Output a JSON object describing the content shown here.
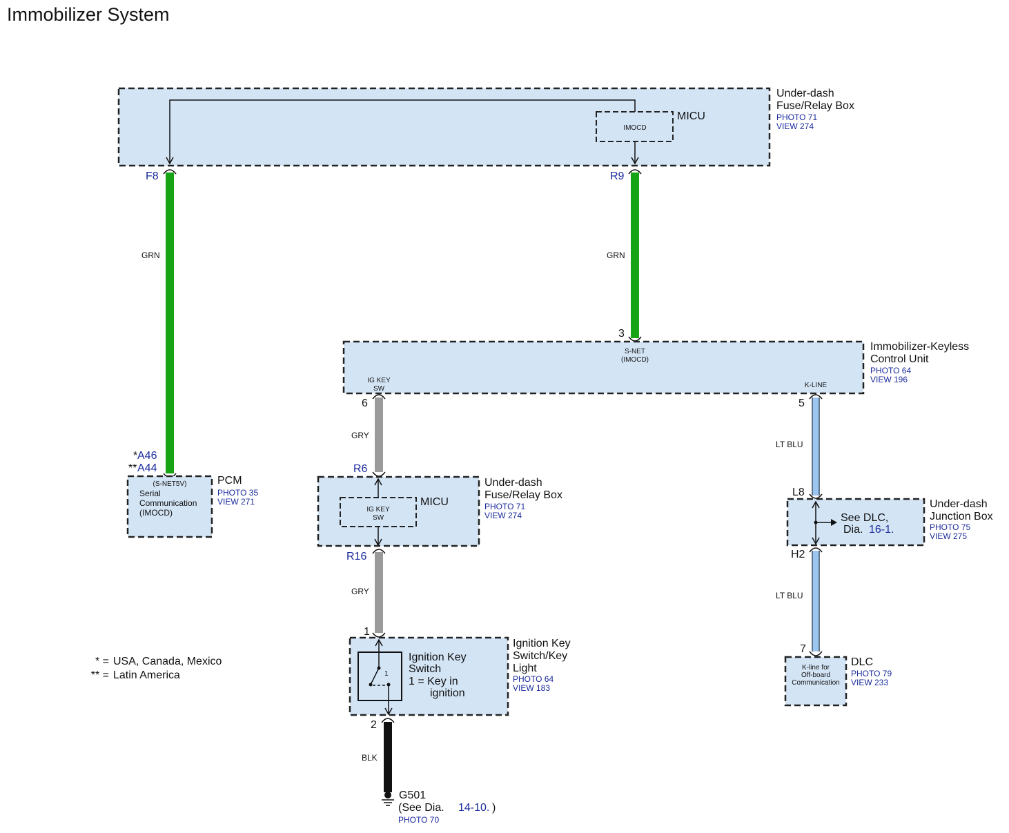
{
  "title": "Immobilizer System",
  "components": {
    "fuse_top": {
      "name_line1": "Under-dash",
      "name_line2": "Fuse/Relay Box",
      "photo": "PHOTO 71",
      "view": "VIEW 274",
      "sub_name": "MICU",
      "inner_label": "IMOCD"
    },
    "immo": {
      "name_line1": "Immobilizer-Keyless",
      "name_line2": "Control Unit",
      "photo": "PHOTO 64",
      "view": "VIEW 196",
      "snet_line1": "S-NET",
      "snet_line2": "(IMOCD)",
      "igkey_line1": "IG KEY",
      "igkey_line2": "SW",
      "kline": "K-LINE"
    },
    "pcm": {
      "name": "PCM",
      "photo": "PHOTO 35",
      "view": "VIEW 271",
      "line1": "(S-NET5V)",
      "line2": "Serial",
      "line3": "Communication",
      "line4": "(IMOCD)"
    },
    "fuse_mid": {
      "name_line1": "Under-dash",
      "name_line2": "Fuse/Relay Box",
      "photo": "PHOTO 71",
      "view": "VIEW 274",
      "sub_name": "MICU",
      "inner_line1": "IG KEY",
      "inner_line2": "SW"
    },
    "junction": {
      "name_line1": "Under-dash",
      "name_line2": "Junction Box",
      "photo": "PHOTO 75",
      "view": "VIEW 275",
      "see_line1": "See DLC,",
      "see_prefix": "Dia.",
      "see_ref": "16-1."
    },
    "ignition": {
      "name_line1": "Ignition Key",
      "name_line2": "Switch/Key",
      "name_line3": "Light",
      "photo": "PHOTO 64",
      "view": "VIEW 183",
      "sw_line1": "Ignition Key",
      "sw_line2": "Switch",
      "sw_line3": "1 = Key in",
      "sw_line4": "ignition",
      "sw_pos": "1"
    },
    "dlc": {
      "name": "DLC",
      "photo": "PHOTO 79",
      "view": "VIEW 233",
      "line1": "K-line for",
      "line2": "Off-board",
      "line3": "Communication"
    },
    "ground": {
      "name": "G501",
      "see_prefix": "(See  Dia.",
      "see_ref": "14-10.",
      "see_suffix": ")",
      "photo": "PHOTO 70"
    }
  },
  "pins": {
    "f8": "F8",
    "r9": "R9",
    "p3": "3",
    "p6": "6",
    "p5": "5",
    "a46": "A46",
    "a44": "A44",
    "a46_mark": "*",
    "a44_mark": "**",
    "r6": "R6",
    "r16": "R16",
    "l8": "L8",
    "h2": "H2",
    "p1": "1",
    "p2": "2",
    "p7": "7"
  },
  "wires": {
    "grn_left": "GRN",
    "grn_right": "GRN",
    "gry_upper": "GRY",
    "gry_lower": "GRY",
    "ltblu_upper": "LT BLU",
    "ltblu_lower": "LT BLU",
    "blk": "BLK"
  },
  "wire_colors": {
    "GRN": "#16a314",
    "GRY": "#9a9a9a",
    "LT BLU": "#9cc6ef",
    "BLK": "#111111"
  },
  "legend": {
    "mark1": "* =",
    "text1": "USA, Canada, Mexico",
    "mark2": "** =",
    "text2": "Latin America"
  }
}
